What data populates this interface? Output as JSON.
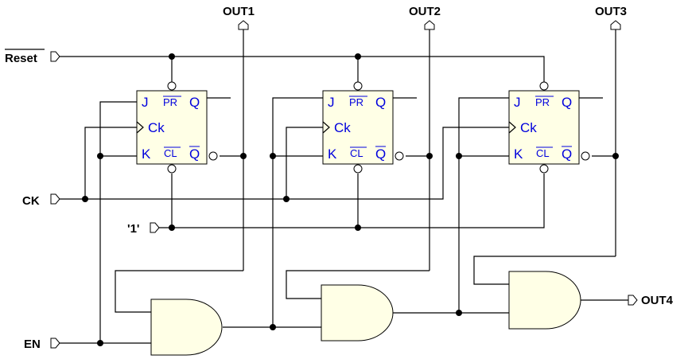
{
  "inputs": {
    "reset": "Reset",
    "clock": "CK",
    "one": "'1'",
    "enable": "EN"
  },
  "outputs": {
    "out1": "OUT1",
    "out2": "OUT2",
    "out3": "OUT3",
    "out4": "OUT4"
  },
  "flip_flop_pins": {
    "j": "J",
    "pr": "PR",
    "q": "Q",
    "ck": "Ck",
    "k": "K",
    "cl": "CL",
    "qbar": "Q"
  }
}
